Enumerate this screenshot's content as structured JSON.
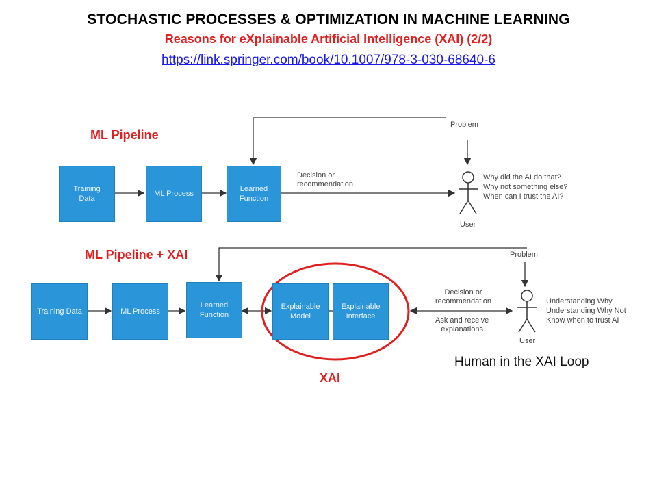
{
  "header": {
    "title": "STOCHASTIC PROCESSES & OPTIMIZATION IN MACHINE LEARNING",
    "subtitle": "Reasons for eXplainable Artificial Intelligence (XAI) (2/2)",
    "link": "https://link.springer.com/book/10.1007/978-3-030-68640-6"
  },
  "pipeline1": {
    "label": "ML Pipeline",
    "boxes": [
      {
        "line1": "Training",
        "line2": "Data"
      },
      {
        "line1": "ML Process",
        "line2": ""
      },
      {
        "line1": "Learned",
        "line2": "Function"
      }
    ],
    "problem": "Problem",
    "decision": [
      "Decision or",
      "recommendation"
    ],
    "user": "User",
    "questions": [
      "Why did the AI do that?",
      "Why not something else?",
      "When can I trust the AI?"
    ]
  },
  "pipeline2": {
    "label": "ML Pipeline + XAI",
    "boxes": [
      {
        "line1": "Training Data",
        "line2": ""
      },
      {
        "line1": "ML Process",
        "line2": ""
      },
      {
        "line1": "Learned",
        "line2": "Function"
      },
      {
        "line1": "Explainable",
        "line2": "Model"
      },
      {
        "line1": "Explainable",
        "line2": "Interface"
      }
    ],
    "problem": "Problem",
    "decision": [
      "Decision or",
      "recommendation"
    ],
    "ask": [
      "Ask and receive",
      "explanations"
    ],
    "user": "User",
    "understanding": [
      "Understanding Why",
      "Understanding Why Not",
      "Know when to trust AI"
    ]
  },
  "xai_label": "XAI",
  "human_loop": "Human in the XAI Loop",
  "colors": {
    "box": "#2b95d9",
    "accent": "#e02020",
    "link": "#1a1aee"
  }
}
